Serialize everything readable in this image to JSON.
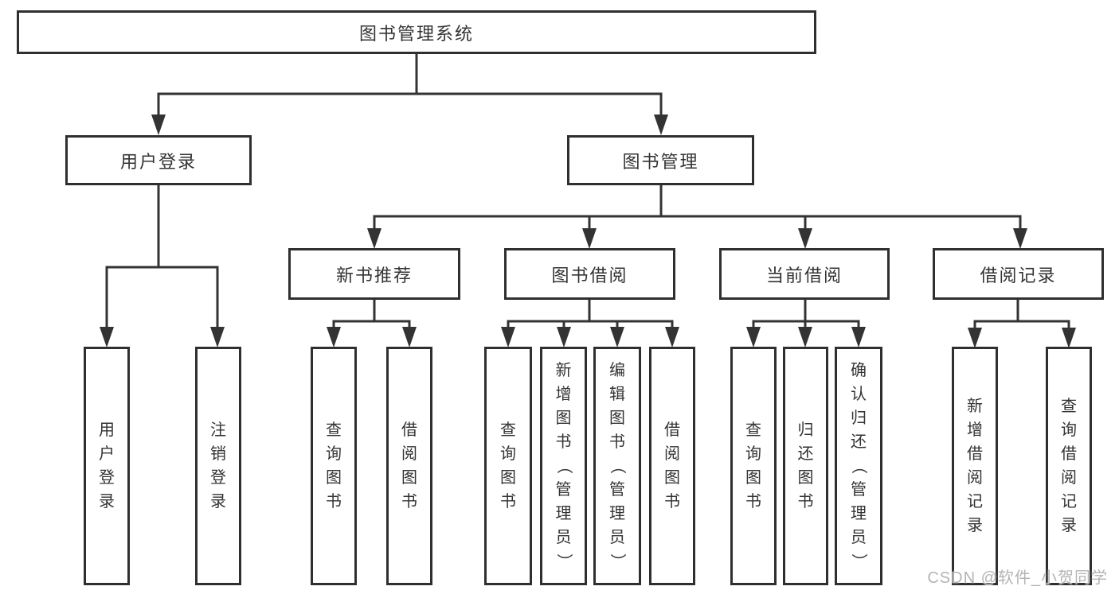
{
  "diagram": {
    "title": "图书管理系统",
    "nodes": [
      {
        "id": "root",
        "label": "图书管理系统",
        "parent": null
      },
      {
        "id": "user-login",
        "label": "用户登录",
        "parent": "root"
      },
      {
        "id": "book-mgmt",
        "label": "图书管理",
        "parent": "root"
      },
      {
        "id": "login-user",
        "label": "用户登录",
        "parent": "user-login"
      },
      {
        "id": "login-logout",
        "label": "注销登录",
        "parent": "user-login"
      },
      {
        "id": "new-book-rec",
        "label": "新书推荐",
        "parent": "book-mgmt"
      },
      {
        "id": "book-borrow",
        "label": "图书借阅",
        "parent": "book-mgmt"
      },
      {
        "id": "current-borrow",
        "label": "当前借阅",
        "parent": "book-mgmt"
      },
      {
        "id": "borrow-records",
        "label": "借阅记录",
        "parent": "book-mgmt"
      },
      {
        "id": "rec-query-books",
        "label": "查询图书",
        "parent": "new-book-rec"
      },
      {
        "id": "rec-borrow-books",
        "label": "借阅图书",
        "parent": "new-book-rec"
      },
      {
        "id": "bb-query-books",
        "label": "查询图书",
        "parent": "book-borrow"
      },
      {
        "id": "bb-add-books",
        "label": "新增图书（管理员）",
        "parent": "book-borrow"
      },
      {
        "id": "bb-edit-books",
        "label": "编辑图书（管理员）",
        "parent": "book-borrow"
      },
      {
        "id": "bb-borrow-books",
        "label": "借阅图书",
        "parent": "book-borrow"
      },
      {
        "id": "cb-query-books",
        "label": "查询图书",
        "parent": "current-borrow"
      },
      {
        "id": "cb-return-books",
        "label": "归还图书",
        "parent": "current-borrow"
      },
      {
        "id": "cb-confirm-return",
        "label": "确认归还（管理员）",
        "parent": "current-borrow"
      },
      {
        "id": "br-add-record",
        "label": "新增借阅记录",
        "parent": "borrow-records"
      },
      {
        "id": "br-query-record",
        "label": "查询借阅记录",
        "parent": "borrow-records"
      }
    ]
  },
  "watermark": {
    "text": "CSDN @软件_小贺同学"
  },
  "colors": {
    "line": "#333333",
    "box_border": "#2f2f2f",
    "box_bg": "#ffffff",
    "text": "#333333",
    "watermark": "#b4b4b4"
  }
}
